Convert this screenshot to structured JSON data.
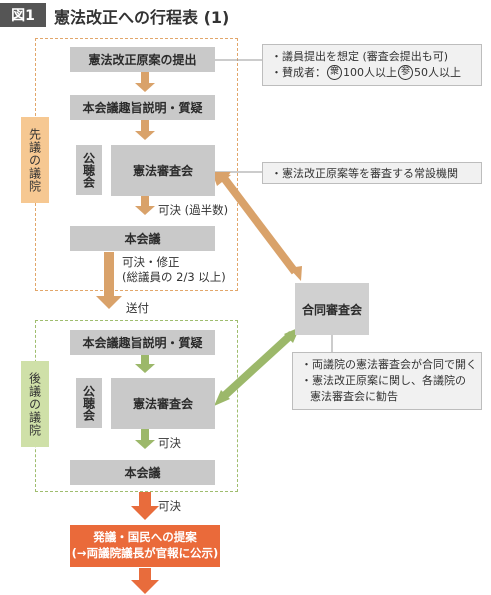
{
  "header": {
    "figure_tag": "図1",
    "title": "憲法改正への行程表 (1)"
  },
  "first_house": {
    "label": "先議の議院",
    "box_proposal": "憲法改正原案の提出",
    "box_explain": "本会議趣旨説明・質疑",
    "public_hearing": "公聴会",
    "commission": "憲法審査会",
    "pass_majority": "可決 (過半数)",
    "plenary": "本会議",
    "pass_amend_1": "可決・修正",
    "pass_amend_2": "(総議員の 2/3 以上)"
  },
  "send": "送付",
  "second_house": {
    "label": "後議の議院",
    "box_explain": "本会議趣旨説明・質疑",
    "public_hearing": "公聴会",
    "commission": "憲法審査会",
    "pass": "可決",
    "plenary": "本会議"
  },
  "joint": {
    "label": "合同審査会"
  },
  "final_pass": "可決",
  "final_box": {
    "line1": "発議・国民への提案",
    "line2": "(→両議院議長が官報に公示)"
  },
  "notes": {
    "proposal_line1": "・議員提出を想定 (審査会提出も可)",
    "proposal_line2_prefix": "・賛成者：",
    "shu_mark": "衆",
    "shu_count": "100人以上",
    "san_mark": "参",
    "san_count": "50人以上",
    "commission": "・憲法改正原案等を審査する常設機関",
    "joint_line1": "・両議院の憲法審査会が合同で開く",
    "joint_line2": "・憲法改正原案に関し、各議院の",
    "joint_line3": "憲法審査会に勧告"
  },
  "colors": {
    "orange_arrow": "#d9a26a",
    "green_arrow": "#9cb86a",
    "final_arrow": "#e86c3c",
    "first_house_fill": "#f6c892",
    "second_house_fill": "#cfe0a8",
    "box_gray": "#c9c9c9",
    "final_fill": "#ea6a3a"
  }
}
